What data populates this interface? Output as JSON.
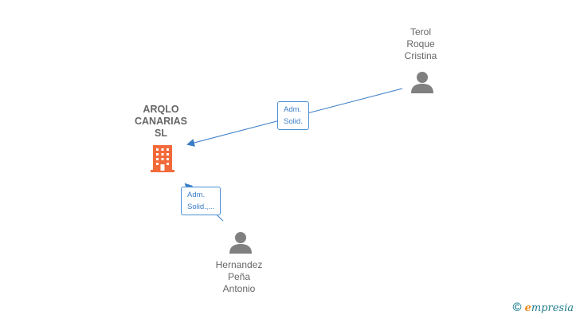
{
  "company": {
    "name_lines": [
      "ARQLO",
      "CANARIAS",
      "SL"
    ],
    "icon": "building-icon",
    "color": "#f26a3a"
  },
  "persons": [
    {
      "name_lines": [
        "Terol",
        "Roque",
        "Cristina"
      ],
      "icon": "person-icon"
    },
    {
      "name_lines": [
        "Hernandez",
        "Peña",
        "Antonio"
      ],
      "icon": "person-icon"
    }
  ],
  "relations": [
    {
      "label_lines": [
        "Adm.",
        "Solid."
      ]
    },
    {
      "label_lines": [
        "Adm.",
        "Solid.,..."
      ]
    }
  ],
  "colors": {
    "edge": "#3a7cc6",
    "person": "#808080",
    "text": "#666666"
  },
  "brand": {
    "copyright": "©",
    "name_initial": "e",
    "name_rest": "mpresia"
  }
}
